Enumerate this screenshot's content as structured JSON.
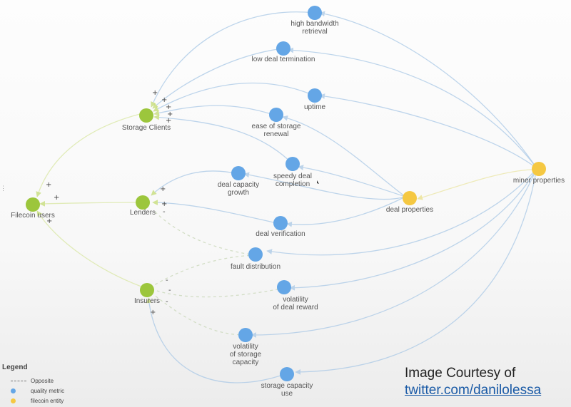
{
  "colors": {
    "quality_metric": "#64a6e6",
    "filecoin_entity_yellow": "#f5c842",
    "filecoin_entity_green": "#9cc63c",
    "edge_blue": "#a9c8e6",
    "edge_yellow": "#ebe6a4",
    "edge_green": "#d9e7a3"
  },
  "diagram": {
    "entities": {
      "filecoin_users": "Filecoin users",
      "storage_clients": "Storage Clients",
      "lenders": "Lenders",
      "insurers": "Insurers",
      "deal_properties": "deal properties",
      "miner_properties": "miner properties"
    },
    "metrics": {
      "high_bandwidth": [
        "high bandwidth",
        "retrieval"
      ],
      "low_deal_termination": [
        "low deal termination"
      ],
      "uptime": [
        "uptime"
      ],
      "ease_storage_renewal": [
        "ease of storage",
        "renewal"
      ],
      "speedy_deal_completion": [
        "speedy deal",
        "completion"
      ],
      "deal_capacity_growth": [
        "deal capacity",
        "growth"
      ],
      "deal_verification": [
        "deal verification"
      ],
      "fault_distribution": [
        "fault distribution"
      ],
      "volatility_deal_reward": [
        "volatility",
        "of deal reward"
      ],
      "volatility_storage_capacity": [
        "volatility",
        "of storage",
        "capacity"
      ],
      "storage_capacity_use": [
        "storage capacity",
        "use"
      ]
    },
    "signs": {
      "plus": "+",
      "minus": "-"
    }
  },
  "legend": {
    "title": "Legend",
    "items": [
      {
        "symbol": "dash",
        "label": "Opposite"
      },
      {
        "symbol": "dot",
        "color": "#64a6e6",
        "label": "quality metric"
      },
      {
        "symbol": "dot",
        "color": "#f5c842",
        "label": "filecoin entity"
      }
    ]
  },
  "courtesy": {
    "line1": "Image Courtesy of",
    "link": "twitter.com/danilolessa"
  }
}
